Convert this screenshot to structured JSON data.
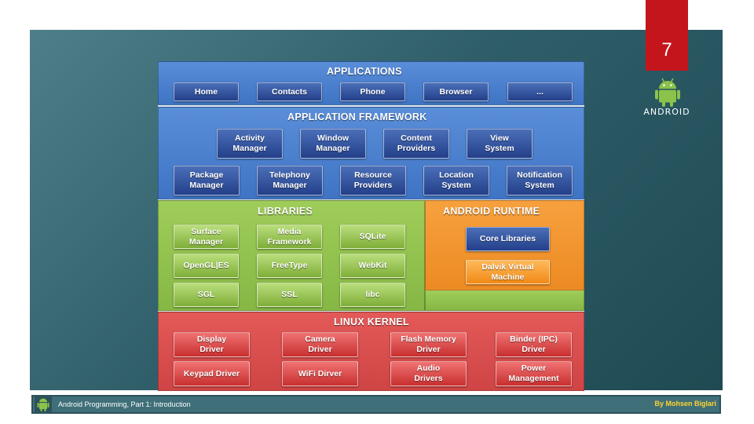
{
  "slide": {
    "page_number": "7",
    "logo_text": "ANDROID",
    "footer_title": "Android Programming, Part 1: Introduction",
    "footer_author": "By Mohsen Biglari"
  },
  "diagram": {
    "applications": {
      "title": "APPLICATIONS",
      "items": [
        "Home",
        "Contacts",
        "Phone",
        "Browser",
        "..."
      ]
    },
    "framework": {
      "title": "APPLICATION FRAMEWORK",
      "row1": [
        "Activity\nManager",
        "Window\nManager",
        "Content\nProviders",
        "View\nSystem"
      ],
      "row2": [
        "Package\nManager",
        "Telephony\nManager",
        "Resource\nProviders",
        "Location\nSystem",
        "Notification\nSystem"
      ]
    },
    "libraries": {
      "title": "LIBRARIES",
      "items": [
        "Surface\nManager",
        "Media\nFramework",
        "SQLite",
        "OpenGL|ES",
        "FreeType",
        "WebKit",
        "SGL",
        "SSL",
        "libc"
      ]
    },
    "runtime": {
      "title": "ANDROID RUNTIME",
      "items": [
        "Core Libraries",
        "Dalvik Virtual\nMachine"
      ]
    },
    "kernel": {
      "title": "LINUX KERNEL",
      "items": [
        "Display\nDriver",
        "Camera\nDriver",
        "Flash Memory\nDriver",
        "Binder (IPC)\nDriver",
        "Keypad Driver",
        "WiFi Dirver",
        "Audio\nDrivers",
        "Power\nManagement"
      ]
    }
  },
  "colors": {
    "accent_red": "#c3151b",
    "background": "#2f5e69",
    "author_text": "#ffd52e"
  }
}
